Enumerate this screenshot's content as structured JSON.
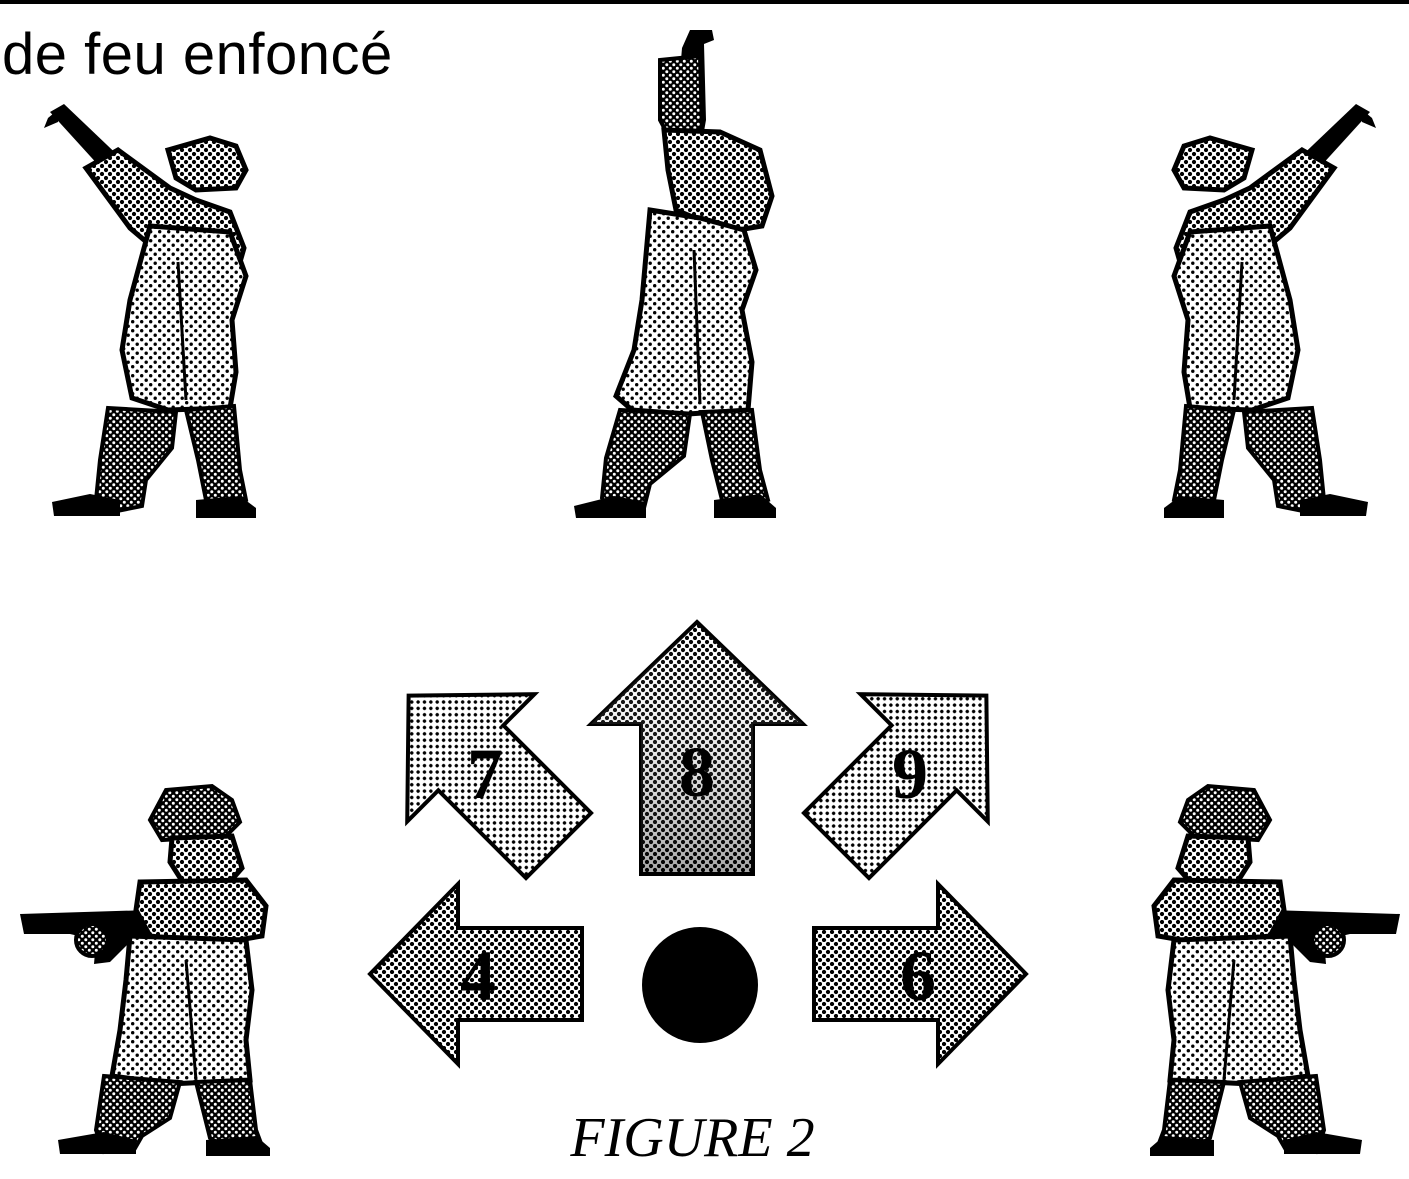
{
  "text": {
    "heading": "de feu enfoncé",
    "caption": "FIGURE 2"
  },
  "arrows": [
    {
      "label": "7",
      "direction": "up-left"
    },
    {
      "label": "8",
      "direction": "up"
    },
    {
      "label": "9",
      "direction": "up-right"
    },
    {
      "label": "4",
      "direction": "left"
    },
    {
      "label": "6",
      "direction": "right"
    }
  ],
  "center": {
    "icon": "fire-button-dot-icon"
  },
  "figures": [
    {
      "icon": "gangster-aiming-up-left-icon",
      "pose": "up-left"
    },
    {
      "icon": "gangster-aiming-up-icon",
      "pose": "up"
    },
    {
      "icon": "gangster-aiming-up-right-icon",
      "pose": "up-right"
    },
    {
      "icon": "gangster-aiming-left-icon",
      "pose": "left"
    },
    {
      "icon": "gangster-aiming-right-icon",
      "pose": "right"
    }
  ],
  "colors": {
    "ink": "#000000",
    "paper": "#ffffff"
  }
}
